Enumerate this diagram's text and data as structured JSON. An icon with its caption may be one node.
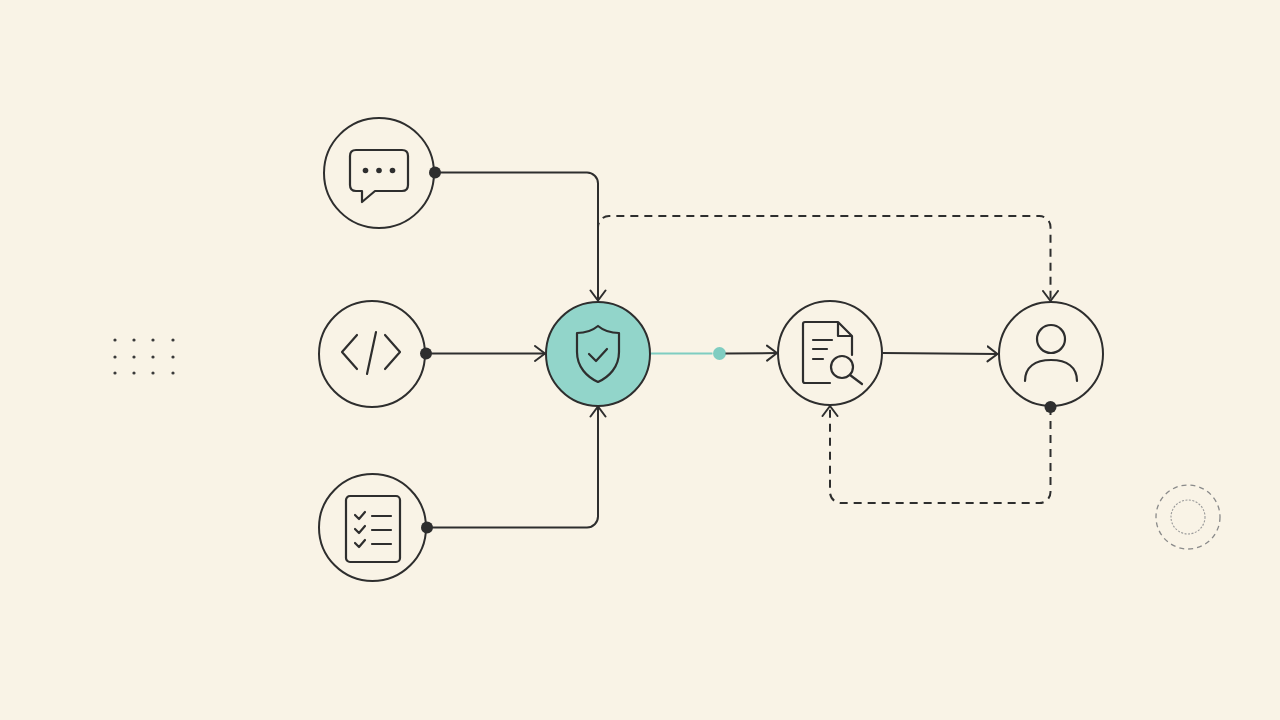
{
  "diagram": {
    "nodes": [
      {
        "text": [],
        "shape": "circle"
      },
      {
        "text": [],
        "shape": "circle"
      },
      {
        "text": [],
        "shape": "circle"
      },
      {
        "text": [],
        "shape": "circle"
      },
      {
        "text": [],
        "shape": "circle"
      },
      {
        "text": [],
        "shape": "circle"
      },
      {
        "text": [],
        "shape": "circle"
      }
    ],
    "edges": [
      {
        "from": 0,
        "to": 3,
        "arrow": "to"
      },
      {
        "from": 1,
        "to": 3,
        "arrow": "to"
      },
      {
        "from": 2,
        "to": 3,
        "arrow": "to"
      },
      {
        "from": 3,
        "to": 4,
        "arrow": "none",
        "color": "#7fcdc1"
      },
      {
        "from": 4,
        "to": 5,
        "arrow": "to"
      },
      {
        "from": 5,
        "to": 6,
        "arrow": "to"
      },
      {
        "from": 3,
        "to": 6,
        "arrow": "to",
        "style": "dashed"
      },
      {
        "from": 6,
        "to": 5,
        "arrow": "to",
        "style": "dashed"
      }
    ]
  }
}
